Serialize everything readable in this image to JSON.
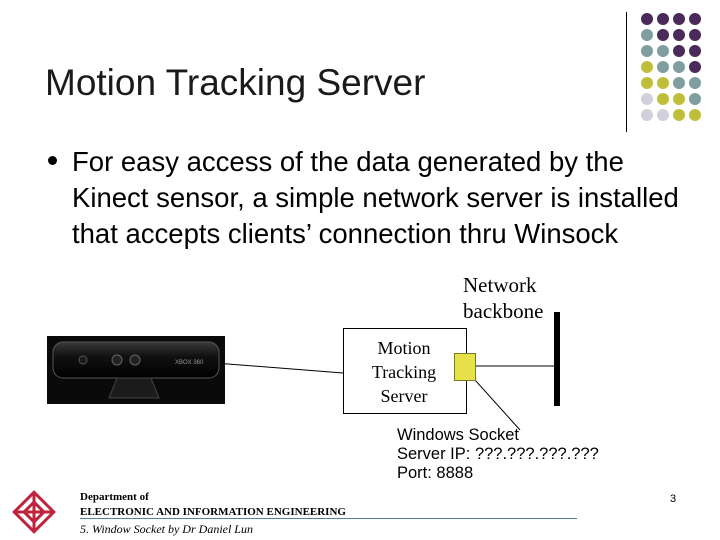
{
  "slide": {
    "title": "Motion Tracking Server",
    "bullet": "For easy access of the data generated by the Kinect sensor, a simple network server is installed that accepts clients’ connection thru Winsock",
    "page_number": "3"
  },
  "diagram": {
    "network_label_line1": "Network",
    "network_label_line2": "backbone",
    "server_line1": "Motion",
    "server_line2": "Tracking",
    "server_line3": "Server",
    "socket_line1": "Windows Socket",
    "socket_line2": "Server IP: ???.???.???.???",
    "socket_line3": "Port: 8888",
    "kinect_brand": "XBOX 360"
  },
  "footer": {
    "dept_line1": "Department of",
    "dept_line2": "ELECTRONIC AND INFORMATION ENGINEERING",
    "subtitle": "5. Window Socket by Dr Daniel Lun"
  },
  "colors": {
    "purple": "#4a2a5a",
    "teal": "#7f9f9f",
    "olive": "#bfbf3a",
    "gray": "#d0d0d8",
    "logo_red": "#c0243c"
  }
}
